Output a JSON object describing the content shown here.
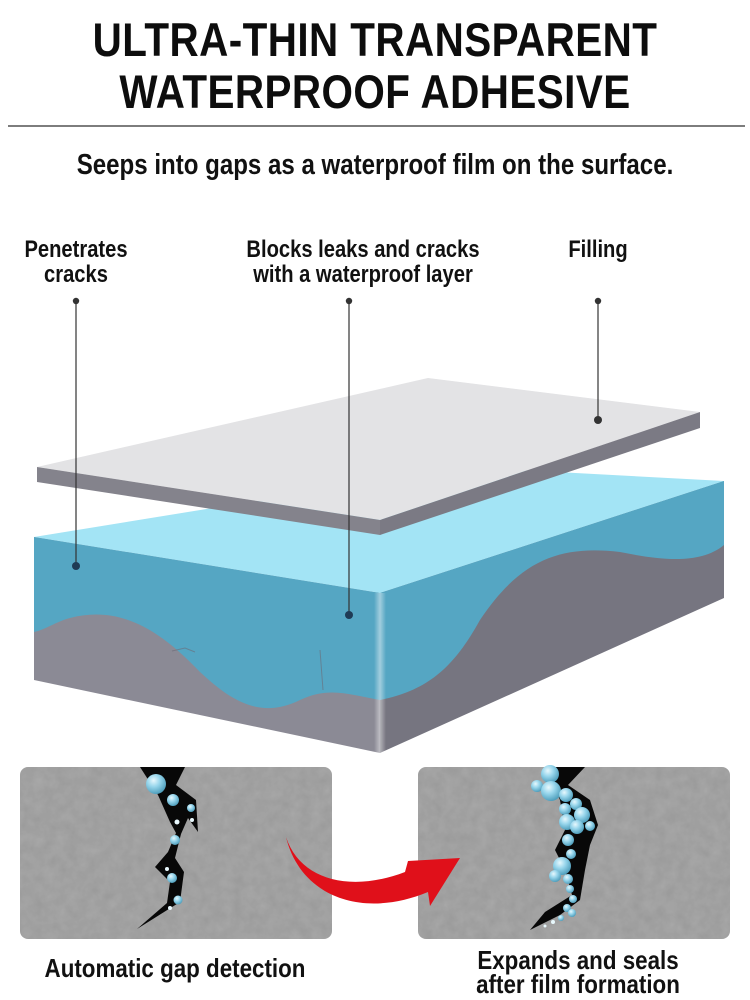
{
  "header": {
    "title_lines": [
      "ULTRA-THIN TRANSPARENT",
      "WATERPROOF ADHESIVE"
    ],
    "subtitle": "Seeps into gaps as a waterproof film on the surface."
  },
  "diagram": {
    "callouts": [
      {
        "id": "penetrates",
        "lines": [
          "Penetrates",
          "cracks"
        ]
      },
      {
        "id": "blocks",
        "lines": [
          "Blocks leaks and cracks",
          "with a waterproof layer"
        ]
      },
      {
        "id": "filling",
        "lines": [
          "Filling"
        ]
      }
    ],
    "layers": [
      {
        "name": "filling-sheet",
        "color": "#e3e3e5",
        "edge_color": "#84838c"
      },
      {
        "name": "waterproof-layer",
        "top_color": "#a3e4f5",
        "side_color": "#55a6c3"
      },
      {
        "name": "substrate",
        "left_color": "#8b8a95",
        "right_color": "#767580"
      }
    ]
  },
  "panels": [
    {
      "id": "before",
      "caption_lines": [
        "Automatic gap detection"
      ]
    },
    {
      "id": "after",
      "caption_lines": [
        "Expands and seals",
        "after film formation"
      ]
    }
  ],
  "colors": {
    "text": "#111111",
    "divider": "#7d7d7d",
    "arrow": "#e0101a",
    "leader": "#333333",
    "leader_dot": "#1f3b55",
    "concrete": "#a9a9a9",
    "bubble": "#8fd3ea"
  }
}
